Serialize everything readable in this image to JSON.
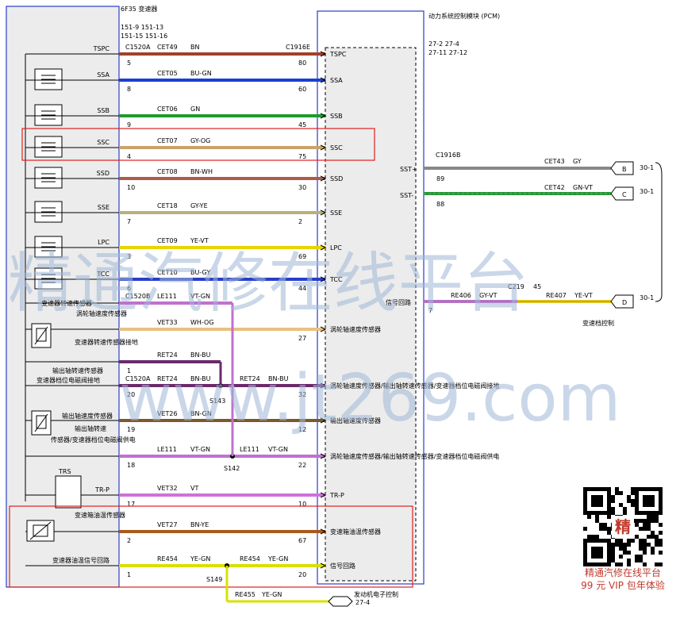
{
  "header": {
    "tcm_title": "6F35 变速器",
    "tcm_pins_1": "151-9  151-13",
    "tcm_pins_2": "151-15 151-16",
    "pcm_title": "动力系统控制模块 (PCM)",
    "pcm_pins_1": "27-2  27-4",
    "pcm_pins_2": "27-11 27-12"
  },
  "wires": [
    {
      "left": "TSPC",
      "conn": "C1520A",
      "code": "CET49",
      "color": "BN",
      "conn_r": "C1916E",
      "pl": "5",
      "pr": "80",
      "right": "TSPC",
      "hex": "#a0412b"
    },
    {
      "left": "SSA",
      "conn": "",
      "code": "CET05",
      "color": "BU-GN",
      "conn_r": "",
      "pl": "8",
      "pr": "60",
      "right": "SSA",
      "hex": "#1b3fd0"
    },
    {
      "left": "SSB",
      "conn": "",
      "code": "CET06",
      "color": "GN",
      "conn_r": "",
      "pl": "9",
      "pr": "45",
      "right": "SSB",
      "hex": "#1f9a2d"
    },
    {
      "left": "SSC",
      "conn": "",
      "code": "CET07",
      "color": "GY-OG",
      "conn_r": "",
      "pl": "4",
      "pr": "75",
      "right": "SSC",
      "hex": "#c9a46a"
    },
    {
      "left": "SSD",
      "conn": "",
      "code": "CET08",
      "color": "BN-WH",
      "conn_r": "",
      "pl": "10",
      "pr": "30",
      "right": "SSD",
      "hex": "#b05a4a"
    },
    {
      "left": "SSE",
      "conn": "",
      "code": "CET18",
      "color": "GY-YE",
      "conn_r": "",
      "pl": "7",
      "pr": "2",
      "right": "SSE",
      "hex": "#b8b07a"
    },
    {
      "left": "LPC",
      "conn": "",
      "code": "CET09",
      "color": "YE-VT",
      "conn_r": "",
      "pl": "3",
      "pr": "69",
      "right": "LPC",
      "hex": "#e8d400"
    },
    {
      "left": "TCC",
      "conn": "",
      "code": "CET10",
      "color": "BU-GY",
      "conn_r": "",
      "pl": "6",
      "pr": "44",
      "right": "TCC",
      "hex": "#2a3ec8"
    },
    {
      "left": "",
      "conn": "C1520B",
      "code": "LE111",
      "color": "VT-GN",
      "conn_r": "",
      "pl": "",
      "pr": "",
      "right": "",
      "hex": "#c070d0"
    },
    {
      "left": "",
      "conn": "",
      "code": "VET33",
      "color": "WH-OG",
      "conn_r": "",
      "pl": "",
      "pr": "27",
      "right": "涡轮轴速度传感器",
      "hex": "#e8c080"
    },
    {
      "left": "",
      "conn": "",
      "code": "RET24",
      "color": "BN-BU",
      "conn_r": "",
      "pl": "1",
      "pr": "",
      "right": "",
      "hex": "#6a2a6a"
    },
    {
      "left": "",
      "conn": "C1520A",
      "code": "RET24",
      "color": "BN-BU",
      "code2": "RET24",
      "color2": "BN-BU",
      "pl": "20",
      "pr": "32",
      "right": "涡轮轴速度传感器/输出轴转速传感器/变速器档位电磁阀接地",
      "hex": "#6a2a6a"
    },
    {
      "left": "",
      "conn": "",
      "code": "VET26",
      "color": "BN-GN",
      "conn_r": "",
      "pl": "19",
      "pr": "12",
      "right": "输出轴速度传感器",
      "hex": "#7a5a2a"
    },
    {
      "left": "",
      "conn": "",
      "code": "LE111",
      "color": "VT-GN",
      "code2": "LE111",
      "color2": "VT-GN",
      "pl": "18",
      "pr": "22",
      "right": "涡轮轴速度传感器/输出轴转速传感器/变速器档位电磁阀供电",
      "hex": "#c070d0"
    },
    {
      "left": "TR-P",
      "conn": "",
      "code": "VET32",
      "color": "VT",
      "conn_r": "",
      "pl": "17",
      "pr": "10",
      "right": "TR-P",
      "hex": "#d070d8"
    },
    {
      "left": "",
      "conn": "",
      "code": "VET27",
      "color": "BN-YE",
      "conn_r": "",
      "pl": "2",
      "pr": "67",
      "right": "变速箱油温传感器",
      "hex": "#a85a1a"
    },
    {
      "left": "变速器油温信号回路",
      "conn": "",
      "code": "RE454",
      "color": "YE-GN",
      "code2": "RE454",
      "color2": "YE-GN",
      "pl": "1",
      "pr": "20",
      "right": "信号回路",
      "hex": "#d8e000"
    }
  ],
  "labels": {
    "tss_sensor": "变速器转速传感器",
    "tss_sensor2": "涡轮轴速度传感器",
    "tss_ground": "变速器转速传感器接地",
    "oss_sensor": "输出轴转速传感器",
    "oss_sensor_b": "变速器档位电磁阀接地",
    "oss_sensor2": "输出轴速度传感器",
    "oss_supply_a": "输出轴转速",
    "oss_supply_b": "传感器/变速器档位电磁阀供电",
    "trs": "TRS",
    "tft": "变速箱油温传感器",
    "s143": "S143",
    "s142": "S142",
    "s149": "S149",
    "c219": "C219",
    "c219_pin": "45",
    "signal_loop": "信号回路",
    "shift_ctrl": "变速档控制",
    "pin7": "7",
    "ecm": "发动机电子控制",
    "re455": "RE455",
    "re455_color": "YE-GN",
    "ecm_pin": "27-4",
    "conn_c1916b": "C1916B",
    "sst_plus": "SST+",
    "sst_minus": "SST-",
    "pin89": "89",
    "pin88": "88",
    "cet43": "CET43",
    "cet43_color": "GY",
    "cet42": "CET42",
    "cet42_color": "GN-VT",
    "re406": "RE406",
    "re406_color": "GY-VT",
    "re407": "RE407",
    "re407_color": "YE-VT",
    "tag_b": "B",
    "tag_c": "C",
    "tag_d": "D",
    "ref_b": "30-1",
    "ref_c": "30-1",
    "ref_d": "30-1"
  },
  "watermark": {
    "line1": "精通汽修在线平台",
    "line2": "www.jt269.com"
  },
  "promo": {
    "line1": "精通汽修在线平台",
    "line2": "99 元 VIP 包年体验",
    "qr_char": "精"
  }
}
